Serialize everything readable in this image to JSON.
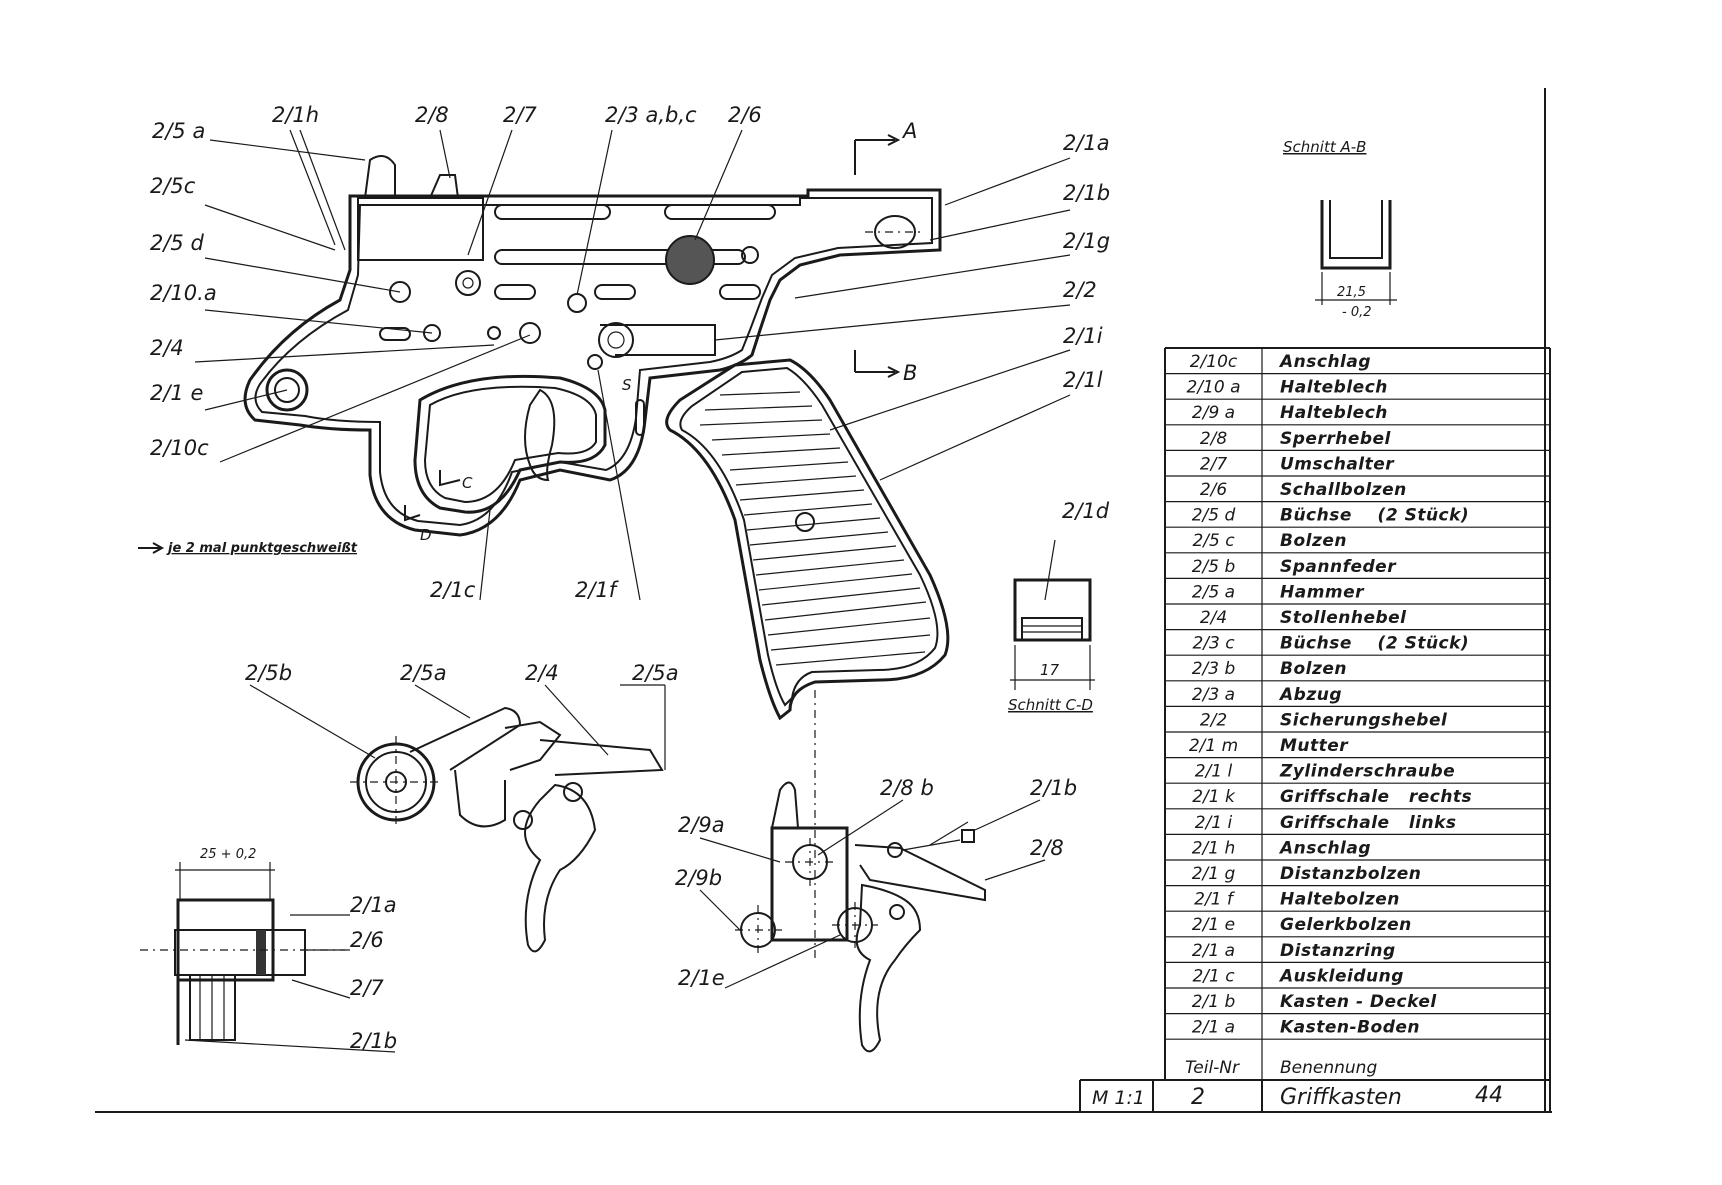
{
  "labels": {
    "l_2_5a": "2/5 a",
    "l_2_1h": "2/1h",
    "l_2_8": "2/8",
    "l_2_7": "2/7",
    "l_2_3abc": "2/3 a,b,c",
    "l_2_6": "2/6",
    "arrow_A": "A",
    "arrow_B": "B",
    "l_2_1a": "2/1a",
    "l_2_1b": "2/1b",
    "l_2_1g": "2/1g",
    "l_2_2": "2/2",
    "l_2_1i": "2/1i",
    "l_2_1l": "2/1l",
    "l_2_5c": "2/5c",
    "l_2_5d": "2/5 d",
    "l_2_10a": "2/10.a",
    "l_2_4": "2/4",
    "l_2_1e": "2/1 e",
    "l_2_10c": "2/10c",
    "weld_note": "je 2 mal punktgeschweißt",
    "l_2_1c": "2/1c",
    "l_2_1f": "2/1f",
    "mark_S": "S",
    "mark_C": "C",
    "mark_D": "D",
    "section_ab_title": "Schnitt A-B",
    "section_ab_dim": "21,5",
    "section_ab_tol": "- 0,2",
    "l_2_1d": "2/1d",
    "section_cd_dim": "17",
    "section_cd_title": "Schnitt C-D",
    "l_2_5b_low": "2/5b",
    "l_2_5a_low1": "2/5a",
    "l_2_4_low": "2/4",
    "l_2_5a_low2": "2/5a",
    "l_2_8b": "2/8 b",
    "l_2_1b_low": "2/1b",
    "l_2_9a": "2/9a",
    "l_2_8_low": "2/8",
    "l_2_9b": "2/9b",
    "l_2_1e_low": "2/1e",
    "dim_25": "25 + 0,2",
    "l_2_1a_low": "2/1a",
    "l_2_6_low": "2/6",
    "l_2_7_low": "2/7",
    "l_2_1b_bottom": "2/1b"
  },
  "parts_table": {
    "rows": [
      {
        "nr": "2/10c",
        "name": "Anschlag"
      },
      {
        "nr": "2/10 a",
        "name": "Halteblech"
      },
      {
        "nr": "2/9 a",
        "name": "Halteblech"
      },
      {
        "nr": "2/8",
        "name": "Sperrhebel"
      },
      {
        "nr": "2/7",
        "name": "Umschalter"
      },
      {
        "nr": "2/6",
        "name": "Schallbolzen"
      },
      {
        "nr": "2/5 d",
        "name": "Büchse    (2 Stück)"
      },
      {
        "nr": "2/5 c",
        "name": "Bolzen"
      },
      {
        "nr": "2/5 b",
        "name": "Spannfeder"
      },
      {
        "nr": "2/5 a",
        "name": "Hammer"
      },
      {
        "nr": "2/4",
        "name": "Stollenhebel"
      },
      {
        "nr": "2/3 c",
        "name": "Büchse    (2 Stück)"
      },
      {
        "nr": "2/3 b",
        "name": "Bolzen"
      },
      {
        "nr": "2/3 a",
        "name": "Abzug"
      },
      {
        "nr": "2/2",
        "name": "Sicherungshebel"
      },
      {
        "nr": "2/1 m",
        "name": "Mutter"
      },
      {
        "nr": "2/1 l",
        "name": "Zylinderschraube"
      },
      {
        "nr": "2/1 k",
        "name": "Griffschale   rechts"
      },
      {
        "nr": "2/1 i",
        "name": "Griffschale   links"
      },
      {
        "nr": "2/1 h",
        "name": "Anschlag"
      },
      {
        "nr": "2/1 g",
        "name": "Distanzbolzen"
      },
      {
        "nr": "2/1 f",
        "name": "Haltebolzen"
      },
      {
        "nr": "2/1 e",
        "name": "Gelerkbolzen"
      },
      {
        "nr": "2/1 a",
        "name": "Distanzring"
      },
      {
        "nr": "2/1 c",
        "name": "Auskleidung"
      },
      {
        "nr": "2/1 b",
        "name": "Kasten - Deckel"
      },
      {
        "nr": "2/1 a",
        "name": "Kasten-Boden"
      }
    ],
    "header": {
      "nr": "Teil-Nr",
      "name": "Benennung"
    }
  },
  "title_block": {
    "scale": "M 1:1",
    "group": "2",
    "title": "Griffkasten",
    "page": "44"
  }
}
